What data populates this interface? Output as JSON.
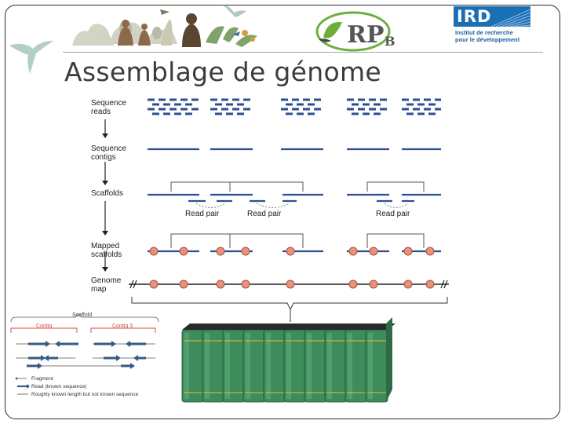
{
  "slide": {
    "title": "Assemblage de génome"
  },
  "logos": {
    "ird_text": "IRD",
    "ird_subtitle": [
      "Institut de recherche",
      "pour le développement"
    ],
    "rpb_text": "RPB"
  },
  "diagram": {
    "row_labels": [
      [
        "Sequence",
        "reads"
      ],
      [
        "Sequence",
        "contigs"
      ],
      [
        "Scaffolds"
      ],
      [
        "Mapped",
        "scaffolds"
      ],
      [
        "Genome",
        "map"
      ]
    ],
    "read_pair_labels": [
      "Read pair",
      "Read pair",
      "Read pair"
    ],
    "colors": {
      "read": "#2e4f8f",
      "marker": "#e8917c",
      "marker_outline": "#a94f3c",
      "book": "#3e8c5c"
    }
  },
  "inset": {
    "scaffold_label": "Scaffold",
    "contig_left": "Contig",
    "contig_right": "Contig 3",
    "legend": [
      "Fragment",
      "Read (known sequence)",
      "Roughly known length but not known sequence"
    ],
    "colors": {
      "contig": "#d2493d",
      "arrow": "#2e5c8f"
    }
  }
}
